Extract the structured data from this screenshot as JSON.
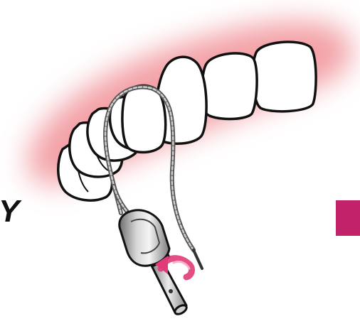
{
  "figure": {
    "edge_text": "Y",
    "colors": {
      "gum_glow": "#e8545f",
      "tooth_fill": "#ffffff",
      "outline": "#111111",
      "wire": "#7a7a7a",
      "tool_metal": "#9a9a9a",
      "arrow": "#e23a78",
      "side_block": "#c2226a"
    },
    "icons": [
      "upper-teeth",
      "twisted-wire-ligature",
      "wire-tightener-tool",
      "rotation-arrow"
    ]
  }
}
